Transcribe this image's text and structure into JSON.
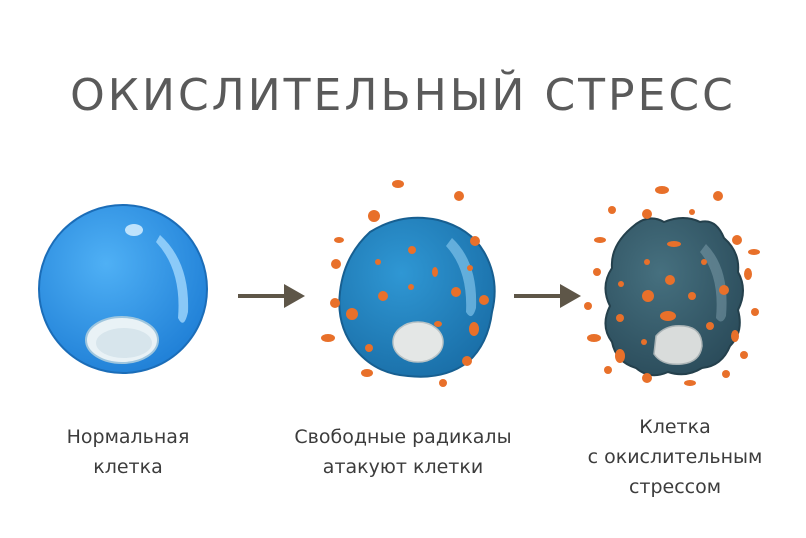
{
  "title": "ОКИСЛИТЕЛЬНЫЙ СТРЕСС",
  "stages": [
    {
      "caption_lines": [
        "Нормальная",
        "клетка"
      ]
    },
    {
      "caption_lines": [
        "Свободные радикалы",
        "атакуют клетки"
      ]
    },
    {
      "caption_lines": [
        "Клетка",
        "с окислительным",
        "стрессом"
      ]
    }
  ],
  "colors": {
    "healthy_cell": "#2a8fe0",
    "attacked_cell": "#1f7fbf",
    "stressed_cell": "#355a6b",
    "radical": "#e8702a",
    "nucleus": "#e8eef0",
    "arrow": "#5e5648",
    "title": "#5a5a5a"
  }
}
